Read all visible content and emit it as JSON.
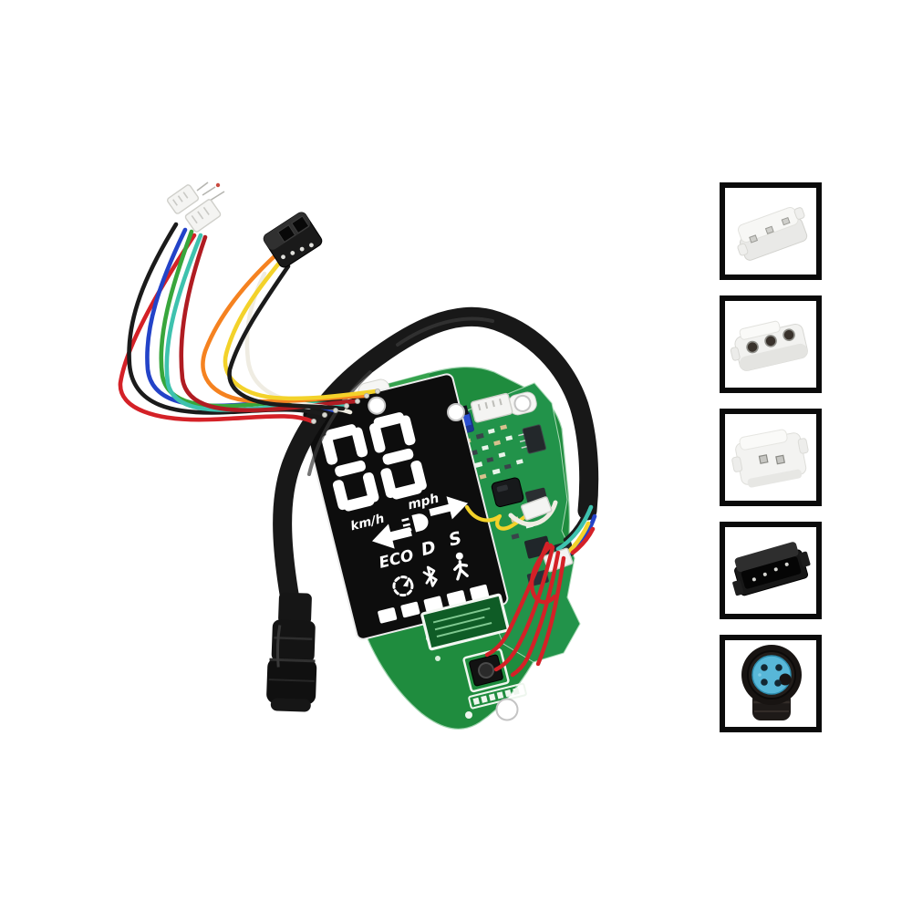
{
  "page": {
    "background": "#ffffff",
    "kind": "product-photo-listing"
  },
  "theme": {
    "colors": {
      "pcb_green": "#1f8c3e",
      "pcb_green_dark": "#136230",
      "pcb_green_light": "#3aa853",
      "display_black": "#0d0d0d",
      "display_white": "#ffffff",
      "cable_black": "#181818",
      "wire_red": "#d42127",
      "wire_red2": "#b01c22",
      "wire_blue": "#2343c8",
      "wire_black": "#1b1b1b",
      "wire_teal": "#3ec2ae",
      "wire_green": "#38a63c",
      "wire_yellow": "#f3d22a",
      "wire_orange": "#f58220",
      "wire_white": "#efece2",
      "frame_black": "#0b0b0b",
      "thumb_blue": "#58b7d8"
    }
  },
  "display": {
    "speed_value": "88",
    "unit_primary": "km/h",
    "unit_secondary": "mph",
    "mode_eco": "ECO",
    "mode_drive": "D",
    "mode_sport": "S",
    "battery_segments": 5,
    "status_icons": [
      "left-arrow-icon",
      "headlight-icon",
      "right-arrow-icon",
      "cruise-icon",
      "bluetooth-icon",
      "pedestrian-icon"
    ]
  },
  "harness": {
    "wire_colors": [
      "red",
      "blue",
      "black",
      "teal",
      "green",
      "yellow",
      "orange",
      "white"
    ],
    "connectors": [
      "white-jst-connector",
      "black-data-connector",
      "round-power-connector"
    ]
  },
  "thumbnails": [
    {
      "name": "clear-3-pin-connector"
    },
    {
      "name": "white-3-hole-connector"
    },
    {
      "name": "clear-2-pin-connector"
    },
    {
      "name": "black-4-pin-connector"
    },
    {
      "name": "round-4-pin-power-connector"
    }
  ]
}
